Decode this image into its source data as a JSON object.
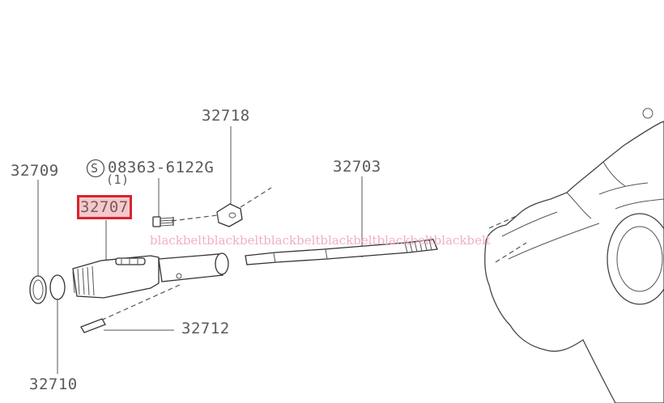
{
  "diagram": {
    "labels": {
      "p32718": "32718",
      "p32709": "32709",
      "p08363": "08363-6122G",
      "qty": "(1)",
      "s_mark": "S",
      "p32703": "32703",
      "p32707": "32707",
      "p32712": "32712",
      "p32710": "32710"
    },
    "highlight_color": "#d9232e",
    "watermark": "blackbeltblackbeltblackbeltblackbeltblackbeltblackbelt"
  }
}
